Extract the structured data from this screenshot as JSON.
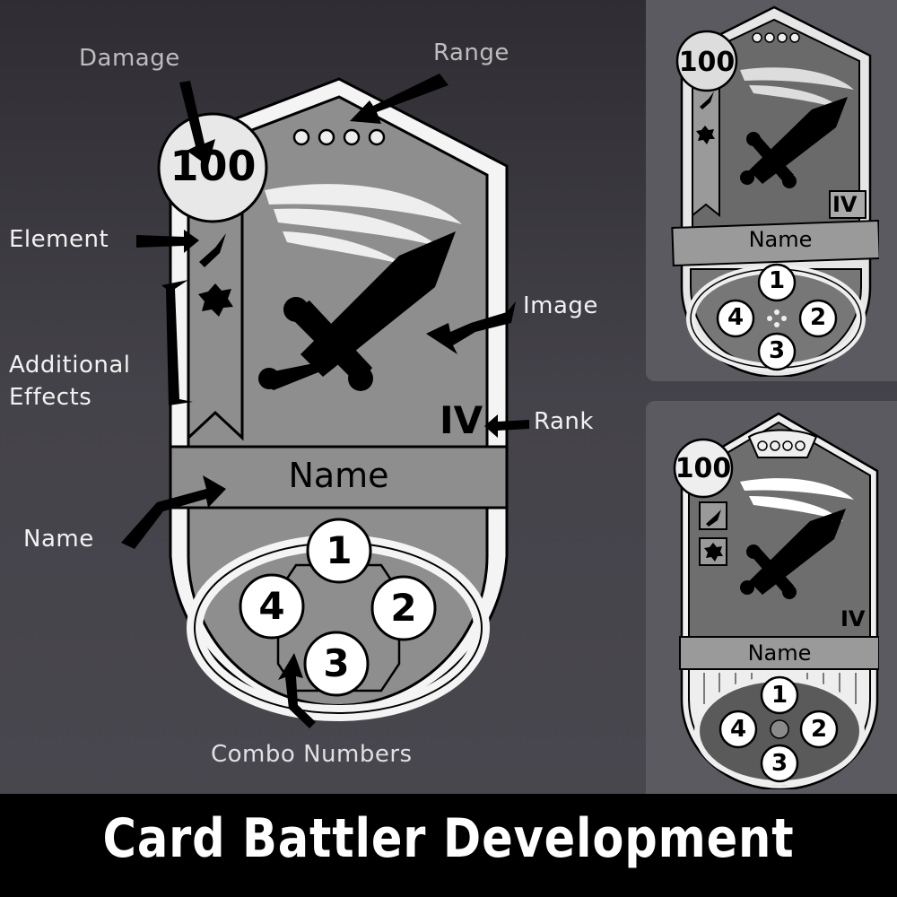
{
  "title": "Card Battler Development",
  "main_card": {
    "damage": "100",
    "range_pips": 4,
    "rank": "IV",
    "name": "Name",
    "combo_numbers": [
      "1",
      "2",
      "3",
      "4"
    ]
  },
  "annotations": {
    "damage": "Damage",
    "range": "Range",
    "element": "Element",
    "additional_effects_line1": "Additional",
    "additional_effects_line2": "Effects",
    "image": "Image",
    "rank": "Rank",
    "name": "Name",
    "combo_numbers": "Combo Numbers"
  },
  "variant_cards": [
    {
      "damage": "100",
      "rank": "IV",
      "name": "Name",
      "combo_numbers": [
        "1",
        "2",
        "3",
        "4"
      ]
    },
    {
      "damage": "100",
      "rank": "IV",
      "name": "Name",
      "combo_numbers": [
        "1",
        "2",
        "3",
        "4"
      ]
    }
  ],
  "colors": {
    "background": "#3a383e",
    "card_fill": "#8f8f8f",
    "card_frame": "#f5f5f5",
    "outline": "#000000",
    "footer": "#000000",
    "panel": "#5b5a60"
  }
}
